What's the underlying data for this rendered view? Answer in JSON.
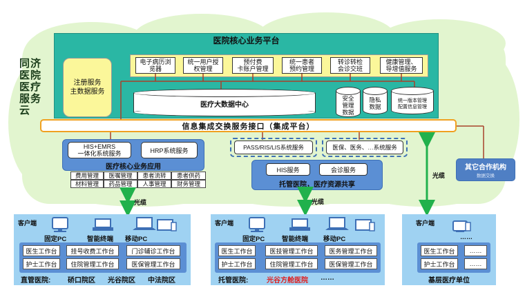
{
  "cloud": {
    "label": "同济医院医疗服务云"
  },
  "platform": {
    "title": "医院核心业务平台",
    "modules": [
      {
        "line1": "电子病历浏",
        "line2": "览器"
      },
      {
        "line1": "统一用户授",
        "line2": "权管理"
      },
      {
        "line1": "预付费",
        "line2": "卡账户管理"
      },
      {
        "line1": "统一患者",
        "line2": "预约管理"
      },
      {
        "line1": "转诊转检",
        "line2": "会诊交班"
      },
      {
        "line1": "健康管理、",
        "line2": "导增值服务"
      }
    ],
    "registration": {
      "line1": "注册服务",
      "line2": "主数据服务"
    },
    "bigdata": "医疗大数据中心",
    "security": {
      "line1": "安全",
      "line2": "管理",
      "line3": "数据"
    },
    "privacy": {
      "line1": "隐私",
      "line2": "数据"
    },
    "config": {
      "line1": "统一版本管理",
      "line2": "配置信息管理"
    }
  },
  "exchange_bus": "信息集成交换服务接口（集成平台）",
  "core_apps": {
    "title": "医疗核心业务应用",
    "his": {
      "line1": "HIS+EMRS",
      "line2": "一体化系统服务"
    },
    "hrp": "HRP系统服务",
    "grid": [
      [
        "费用管理",
        "医嘱管理",
        "患者流转",
        "患者供药"
      ],
      [
        "材料管理",
        "药品管理",
        "人事管理",
        "财务管理"
      ]
    ]
  },
  "pass_ris": "PASS/RIS/LIS系统服务",
  "insurance": "医保、医务、…系统服务",
  "trust": {
    "title": "托管医院，医疗资源共享",
    "his": "HIS服务",
    "consult": "会诊服务"
  },
  "other": {
    "title": "其它合作机构",
    "sub": "数据交换"
  },
  "fiber_labels": [
    "光缆",
    "光缆",
    "光缆"
  ],
  "panels": {
    "direct": {
      "client": "客户端",
      "devices": [
        "固定PC",
        "智能终端",
        "移动PC"
      ],
      "workstations": [
        [
          "医生工作台",
          "挂号收费工作台",
          "门诊辅诊工作台"
        ],
        [
          "护士工作台",
          "住院管理工作台",
          "医保管理工作台"
        ]
      ],
      "footer": [
        "直管医院:",
        "硚口院区",
        "光谷院区",
        "中法院区"
      ]
    },
    "trust": {
      "client": "客户端",
      "devices": [
        "固定PC",
        "智能终端",
        "移动PC"
      ],
      "workstations": [
        [
          "医生工作台",
          "医技管理工作台",
          "医务管理工作台"
        ],
        [
          "护士工作台",
          "住院管理工作台",
          "医保管理工作台"
        ]
      ],
      "footer": [
        "托管医院:",
        "光谷方舱医院",
        "……"
      ]
    },
    "basic": {
      "client": "客户端",
      "devices_dots": "……",
      "workstations": [
        [
          "医生工作台",
          "……"
        ],
        [
          "护士工作台",
          "……"
        ]
      ],
      "footer": "基层医疗单位"
    }
  },
  "colors": {
    "cloud": "#e2f5cf",
    "platform": "#2ab7a4",
    "highlight": "#fbf79a",
    "bus_border": "#f0a020",
    "blue": "#5b8fd4",
    "panel": "#9fd2f2",
    "arrow": "#21b14c",
    "line": "#a8412a",
    "red_text": "#e02020"
  }
}
